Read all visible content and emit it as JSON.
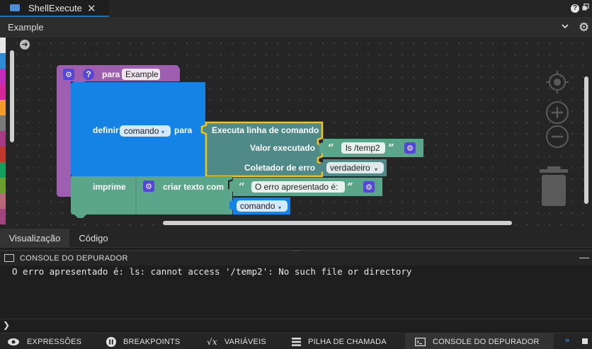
{
  "tab": {
    "title": "ShellExecute",
    "close": "✕"
  },
  "breadcrumb": {
    "title": "Example"
  },
  "palette_colors": [
    "#e7e7e7",
    "#2f8bd6",
    "#c22dbd",
    "#d4279a",
    "#f19b2b",
    "#7a7a7a",
    "#a63b83",
    "#c0392b",
    "#13a05f",
    "#6d9d2f",
    "#b76a78",
    "#a0457d"
  ],
  "blocks": {
    "procedure": {
      "keyword": "para",
      "name": "Example"
    },
    "define": {
      "label": "definir",
      "variable": "comando",
      "connector": "para"
    },
    "execute": {
      "title": "Executa linha de comando",
      "value_label": "Valor executado",
      "value": "ls /temp2",
      "collector_label": "Coletador de erro",
      "collector_value": "verdadeiro"
    },
    "print": {
      "label": "imprime",
      "create_text": "criar texto com",
      "text": "O erro apresentado é:",
      "variable": "comando"
    },
    "quote_open": "“",
    "quote_close": "”"
  },
  "view_tabs": [
    {
      "label": "Visualização",
      "active": true
    },
    {
      "label": "Código",
      "active": false
    }
  ],
  "console": {
    "title": "CONSOLE DO DEPURADOR",
    "minimize": "—",
    "output": "O erro apresentado é: ls: cannot access '/temp2': No such file or directory",
    "prompt": "❯"
  },
  "bottom_tabs": [
    {
      "label": "EXPRESSÕES",
      "icon": "eye-icon"
    },
    {
      "label": "BREAKPOINTS",
      "icon": "pause-icon"
    },
    {
      "label": "VARIÁVEIS",
      "icon": "function-icon"
    },
    {
      "label": "PILHA DE CHAMADA",
      "icon": "stack-icon"
    },
    {
      "label": "CONSOLE DO DEPURADOR",
      "icon": "console-icon",
      "active": true
    }
  ],
  "bottom_more": "»",
  "colors": {
    "procedure": "#9f5fb0",
    "variables": "#1583e6",
    "text": "#5ba68a",
    "logic": "#4f8a89",
    "highlight": "#f0c419",
    "accent": "#0e79d4"
  }
}
